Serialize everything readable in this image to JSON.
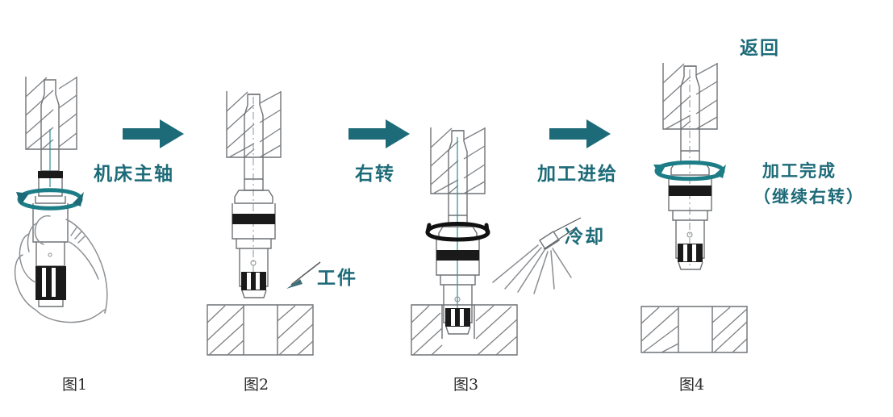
{
  "diagram": {
    "title_visible": false,
    "accent_color": "#1d6b78",
    "line_color": "#6f7276",
    "axis_color": "#2f8d96"
  },
  "steps": [
    {
      "id": "step1",
      "caption": "图1",
      "arrow_label": "机床主轴",
      "arrow_icon": "right-arrow-icon",
      "rotation_icon": "rotation-arrow-icon",
      "rotation_color": "#1d7d87",
      "has_hand": true,
      "has_workpiece": false
    },
    {
      "id": "step2",
      "caption": "图2",
      "arrow_label": "右转",
      "arrow_icon": "right-arrow-icon",
      "callout_label": "工件",
      "callout_icon": "leader-arrow-icon",
      "has_hand": false,
      "has_workpiece": true
    },
    {
      "id": "step3",
      "caption": "图3",
      "arrow_label": "加工进给",
      "arrow_icon": "right-arrow-icon",
      "coolant_label": "冷却",
      "coolant_icon": "spray-nozzle-icon",
      "rotation_icon": "rotation-arrow-icon",
      "rotation_color": "#111111",
      "has_hand": false,
      "has_workpiece": true
    },
    {
      "id": "step4",
      "caption": "图4",
      "top_label": "返回",
      "status_label_line1": "加工完成",
      "status_label_line2": "（继续右转）",
      "rotation_icon": "rotation-arrow-icon",
      "rotation_color": "#1d7d87",
      "has_hand": false,
      "has_workpiece": true,
      "workpiece_state": "through-hole-finished"
    }
  ]
}
